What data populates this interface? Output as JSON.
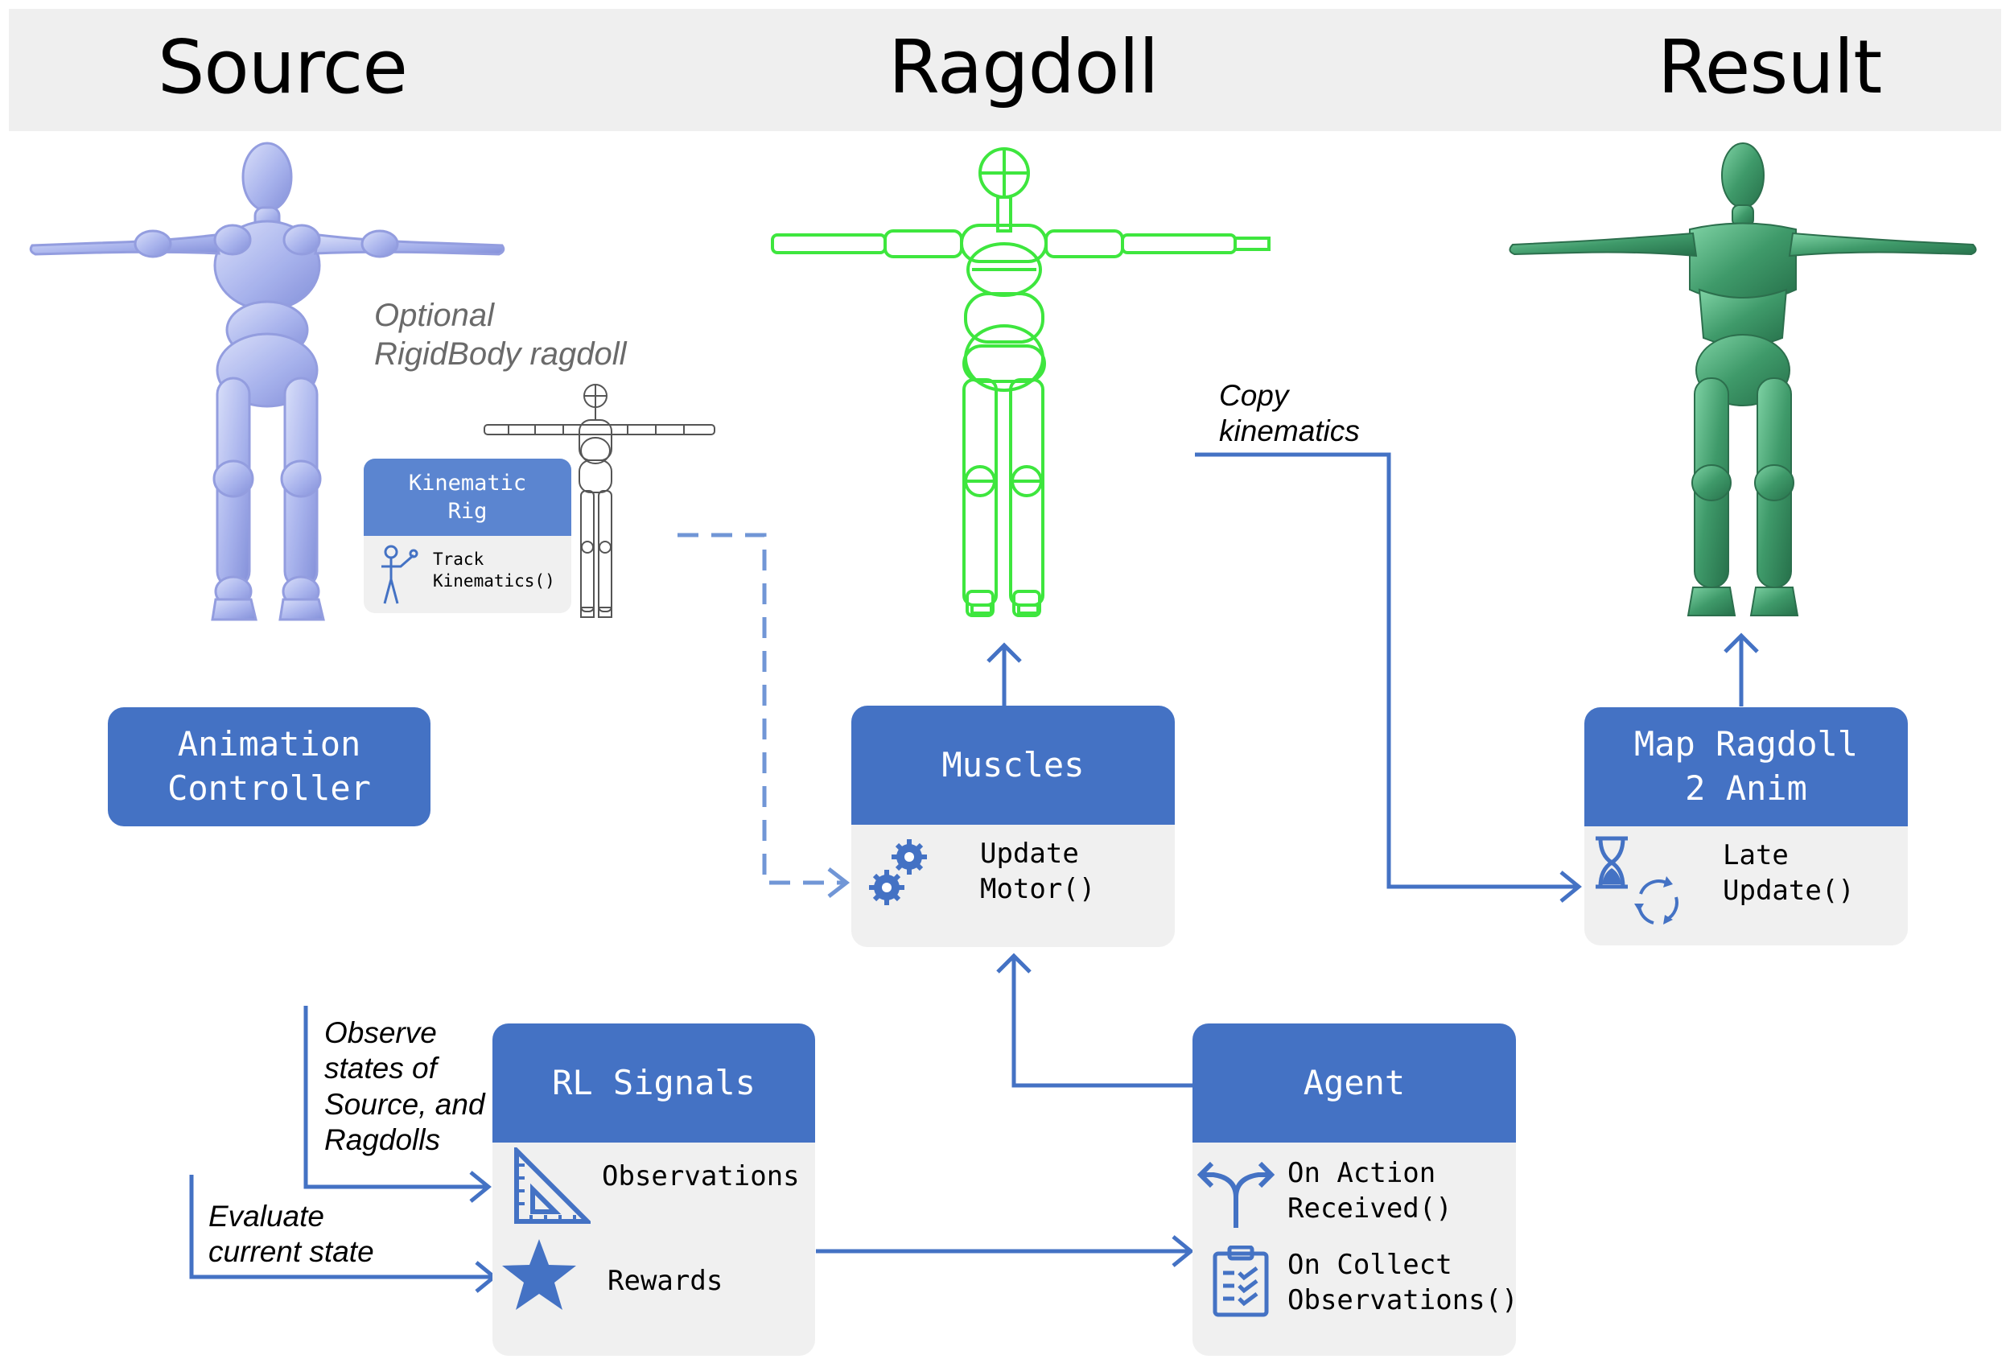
{
  "columns": {
    "source": "Source",
    "ragdoll": "Ragdoll",
    "result": "Result"
  },
  "notes": {
    "optional": "Optional\nRigidBody ragdoll",
    "copy": "Copy\nkinematics",
    "observe": "Observe\nstates of\nSource, and\nRagdolls",
    "evaluate": "Evaluate\ncurrent state"
  },
  "kinematic_rig": {
    "title": "Kinematic\nRig",
    "method": "Track\nKinematics()"
  },
  "animation_controller": {
    "title": "Animation\nController"
  },
  "muscles": {
    "title": "Muscles",
    "method": "Update\nMotor()"
  },
  "map_ragdoll": {
    "title": "Map Ragdoll\n2 Anim",
    "method": "Late\nUpdate()"
  },
  "rl_signals": {
    "title": "RL Signals",
    "observations": "Observations",
    "rewards": "Rewards"
  },
  "agent": {
    "title": "Agent",
    "on_action": "On Action\nReceived()",
    "on_collect": "On Collect\nObservations()"
  },
  "colors": {
    "accent": "#4472c4",
    "card_bg": "#f0f0f0",
    "source_figure": "#a9b4ee",
    "ragdoll_wire": "#3ee63e",
    "result_figure": "#3f9a6a",
    "header_bg": "#efefef"
  },
  "icons": [
    "gears-icon",
    "hourglass-icon",
    "refresh-icon",
    "triangle-ruler-icon",
    "star-icon",
    "fork-arrow-icon",
    "clipboard-icon",
    "figure-icon"
  ]
}
